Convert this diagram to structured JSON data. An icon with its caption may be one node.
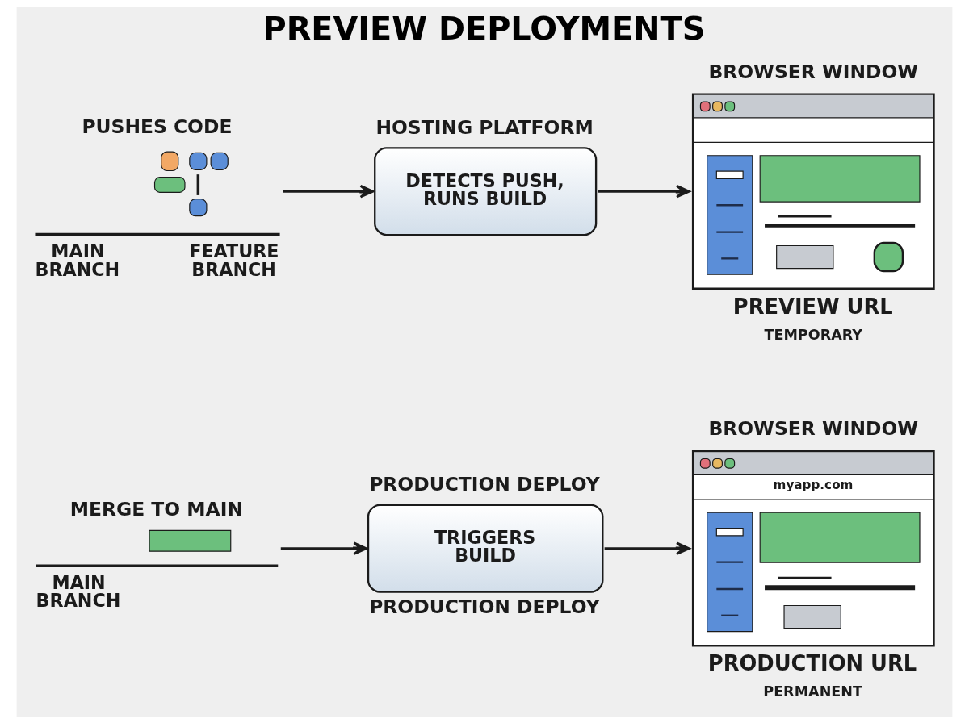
{
  "diagram": {
    "title": "PREVIEW DEPLOYMENTS",
    "nodes": [
      {
        "text": [
          "PUSHES CODE"
        ],
        "beside": [
          "MAIN BRANCH",
          "FEATURE BRANCH"
        ]
      },
      {
        "text": [
          "HOSTING PLATFORM",
          "DETECTS PUSH, RUNS BUILD"
        ]
      },
      {
        "text": [
          "BROWSER WINDOW"
        ],
        "beside": [
          "PREVIEW URL",
          "TEMPORARY"
        ]
      },
      {
        "text": [
          "MERGE TO MAIN"
        ],
        "beside": [
          "MAIN BRANCH"
        ]
      },
      {
        "text": [
          "PRODUCTION DEPLOY",
          "TRIGGERS BUILD"
        ],
        "beside": [
          "PRODUCTION DEPLOY"
        ]
      },
      {
        "text": [
          "BROWSER WINDOW",
          "myapp.com"
        ],
        "beside": [
          "PRODUCTION URL",
          "PERMANENT"
        ]
      }
    ],
    "edges": [
      {
        "from": 0,
        "to": 1,
        "arrow": "to"
      },
      {
        "from": 1,
        "to": 2,
        "arrow": "to"
      },
      {
        "from": 3,
        "to": 4,
        "arrow": "to"
      },
      {
        "from": 4,
        "to": 5,
        "arrow": "to"
      }
    ]
  }
}
